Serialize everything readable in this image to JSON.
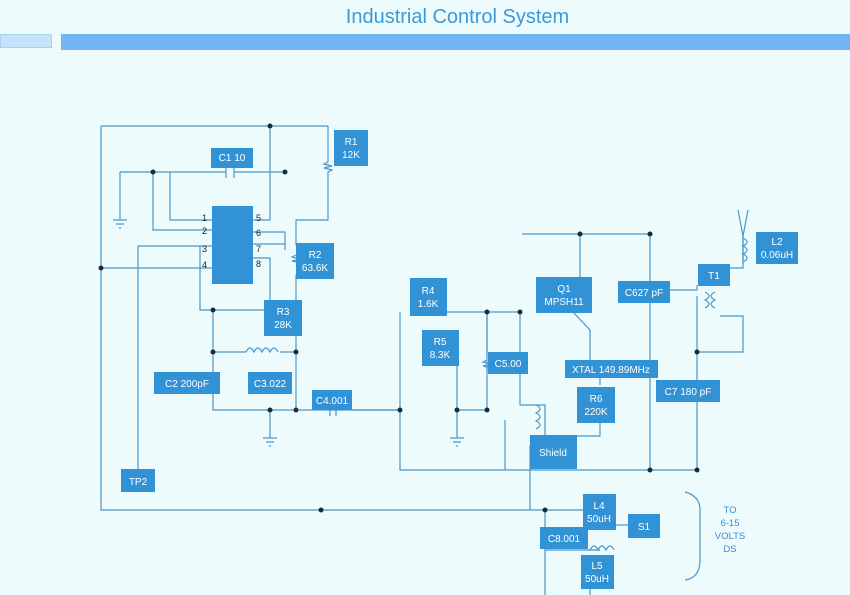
{
  "title": "Industrial Control System",
  "components": {
    "r1": [
      "R1",
      "12K"
    ],
    "c1": [
      "C1 10"
    ],
    "r2": [
      "R2",
      "63.6K"
    ],
    "r3": [
      "R3",
      "28K"
    ],
    "c2": [
      "C2 200pF"
    ],
    "c3": [
      "C3.022"
    ],
    "c4": [
      "C4.001"
    ],
    "r4": [
      "R4",
      "1.6K"
    ],
    "r5": [
      "R5",
      "8.3K"
    ],
    "c5": [
      "C5.00"
    ],
    "q1": [
      "Q1",
      "MPSH11"
    ],
    "c6": [
      "C627 pF"
    ],
    "t1": [
      "T1"
    ],
    "l2": [
      "L2",
      "0.06uH"
    ],
    "xtal": [
      "XTAL 149.89MHz"
    ],
    "c7": [
      "C7 180 pF"
    ],
    "r6": [
      "R6",
      "220K"
    ],
    "shield": [
      "Shield"
    ],
    "tp2": [
      "TP2"
    ],
    "l4": [
      "L4",
      "50uH"
    ],
    "s1": [
      "S1"
    ],
    "c8": [
      "C8.001"
    ],
    "l5": [
      "L5",
      "50uH"
    ]
  },
  "ic_pins": [
    "1",
    "2",
    "3",
    "4",
    "5",
    "6",
    "7",
    "8"
  ],
  "supply_note": [
    "TO",
    "6-15",
    "VOLTS",
    "DS"
  ]
}
